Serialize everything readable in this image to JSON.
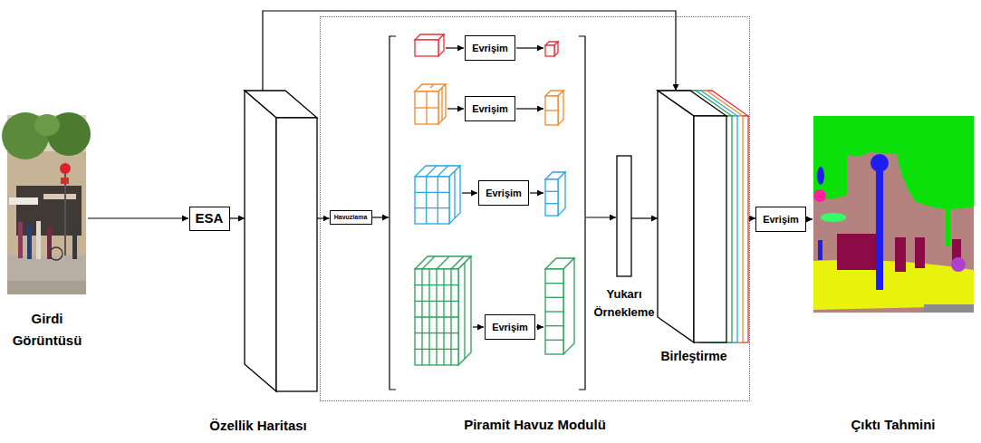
{
  "diagram": {
    "nodes": [
      {
        "text": [
          "ESA"
        ]
      },
      {
        "text": [
          "Özellik Haritası"
        ]
      },
      {
        "text": [
          "Piramit Havuz Modulü"
        ]
      },
      {
        "text": [
          "Havuzlama"
        ],
        "in": 2
      },
      {
        "text": [
          "Evrişim"
        ],
        "in": 2
      },
      {
        "text": [
          "Evrişim"
        ],
        "in": 2
      },
      {
        "text": [
          "Evrişim"
        ],
        "in": 2
      },
      {
        "text": [
          "Evrişim"
        ],
        "in": 2
      },
      {
        "text": [
          "Yukarı Örnekleme"
        ],
        "in": 2
      },
      {
        "text": [
          "Birleştirme"
        ],
        "in": 2
      },
      {
        "text": [
          "Evrişim"
        ]
      }
    ],
    "edges": [
      {
        "from": 0,
        "to": 1,
        "arrow": "to"
      },
      {
        "from": 1,
        "to": 3,
        "arrow": "to"
      },
      {
        "from": 1,
        "to": 9,
        "arrow": "to"
      },
      {
        "from": 8,
        "to": 9,
        "arrow": "to"
      },
      {
        "from": 9,
        "to": 10,
        "arrow": "to"
      }
    ],
    "labels": [
      "Girdi Görüntüsü",
      "Çıktı Tahmini"
    ]
  }
}
